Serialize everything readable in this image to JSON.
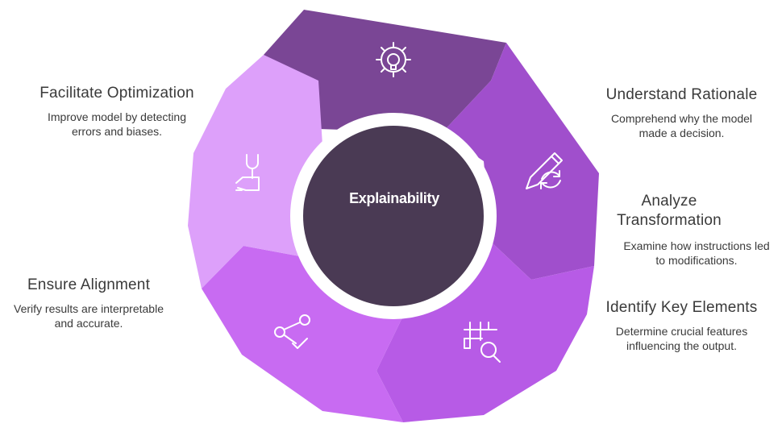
{
  "center": {
    "label": "Explainability"
  },
  "segments": [
    {
      "id": "understand",
      "color": "#7a4695",
      "icon": "gear-lightbulb-icon"
    },
    {
      "id": "analyze",
      "color": "#a04fcc",
      "icon": "pencil-refresh-icon"
    },
    {
      "id": "identify",
      "color": "#b75be6",
      "icon": "grid-search-icon"
    },
    {
      "id": "ensure",
      "color": "#c86bf2",
      "icon": "share-check-icon"
    },
    {
      "id": "facilitate",
      "color": "#dda0fa",
      "icon": "hand-wrench-icon"
    }
  ],
  "labels": {
    "facilitate": {
      "title": "Facilitate Optimization",
      "desc_line1": "Improve model by detecting",
      "desc_line2": "errors and biases."
    },
    "understand": {
      "title": "Understand Rationale",
      "desc_line1": "Comprehend why the model",
      "desc_line2": "made a decision."
    },
    "analyze": {
      "title_line1": "Analyze",
      "title_line2": "Transformation",
      "desc_line1": "Examine how instructions led",
      "desc_line2": "to modifications."
    },
    "ensure": {
      "title": "Ensure Alignment",
      "desc_line1": "Verify results are interpretable",
      "desc_line2": "and accurate."
    },
    "identify": {
      "title": "Identify Key Elements",
      "desc_line1": "Determine crucial features",
      "desc_line2": "influencing the output."
    }
  },
  "colors": {
    "center_fill": "#4a3a54",
    "ring": "#ffffff",
    "icon_stroke": "#ffffff"
  }
}
